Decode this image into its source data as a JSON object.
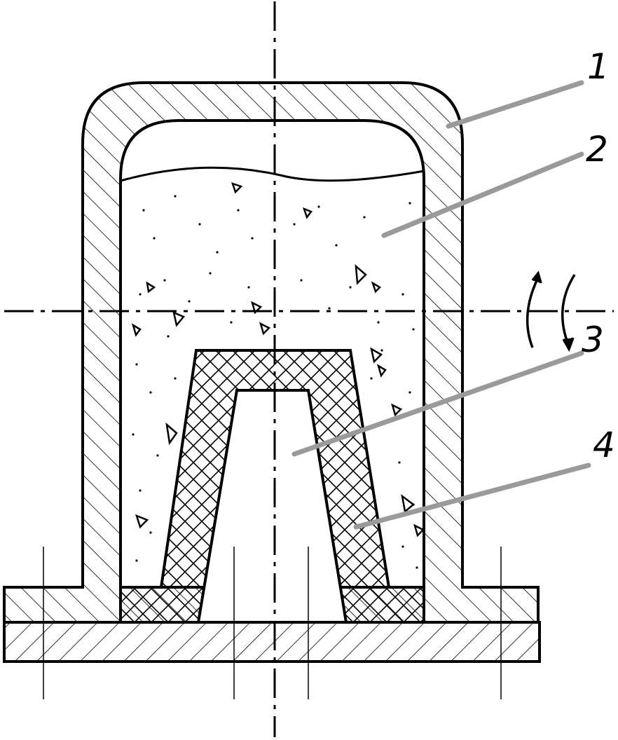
{
  "labels": {
    "part1": "1",
    "part2": "2",
    "part3": "3",
    "part4": "4"
  },
  "colors": {
    "ink": "#000000",
    "leader": "#9a9a9a",
    "background": "#ffffff"
  }
}
